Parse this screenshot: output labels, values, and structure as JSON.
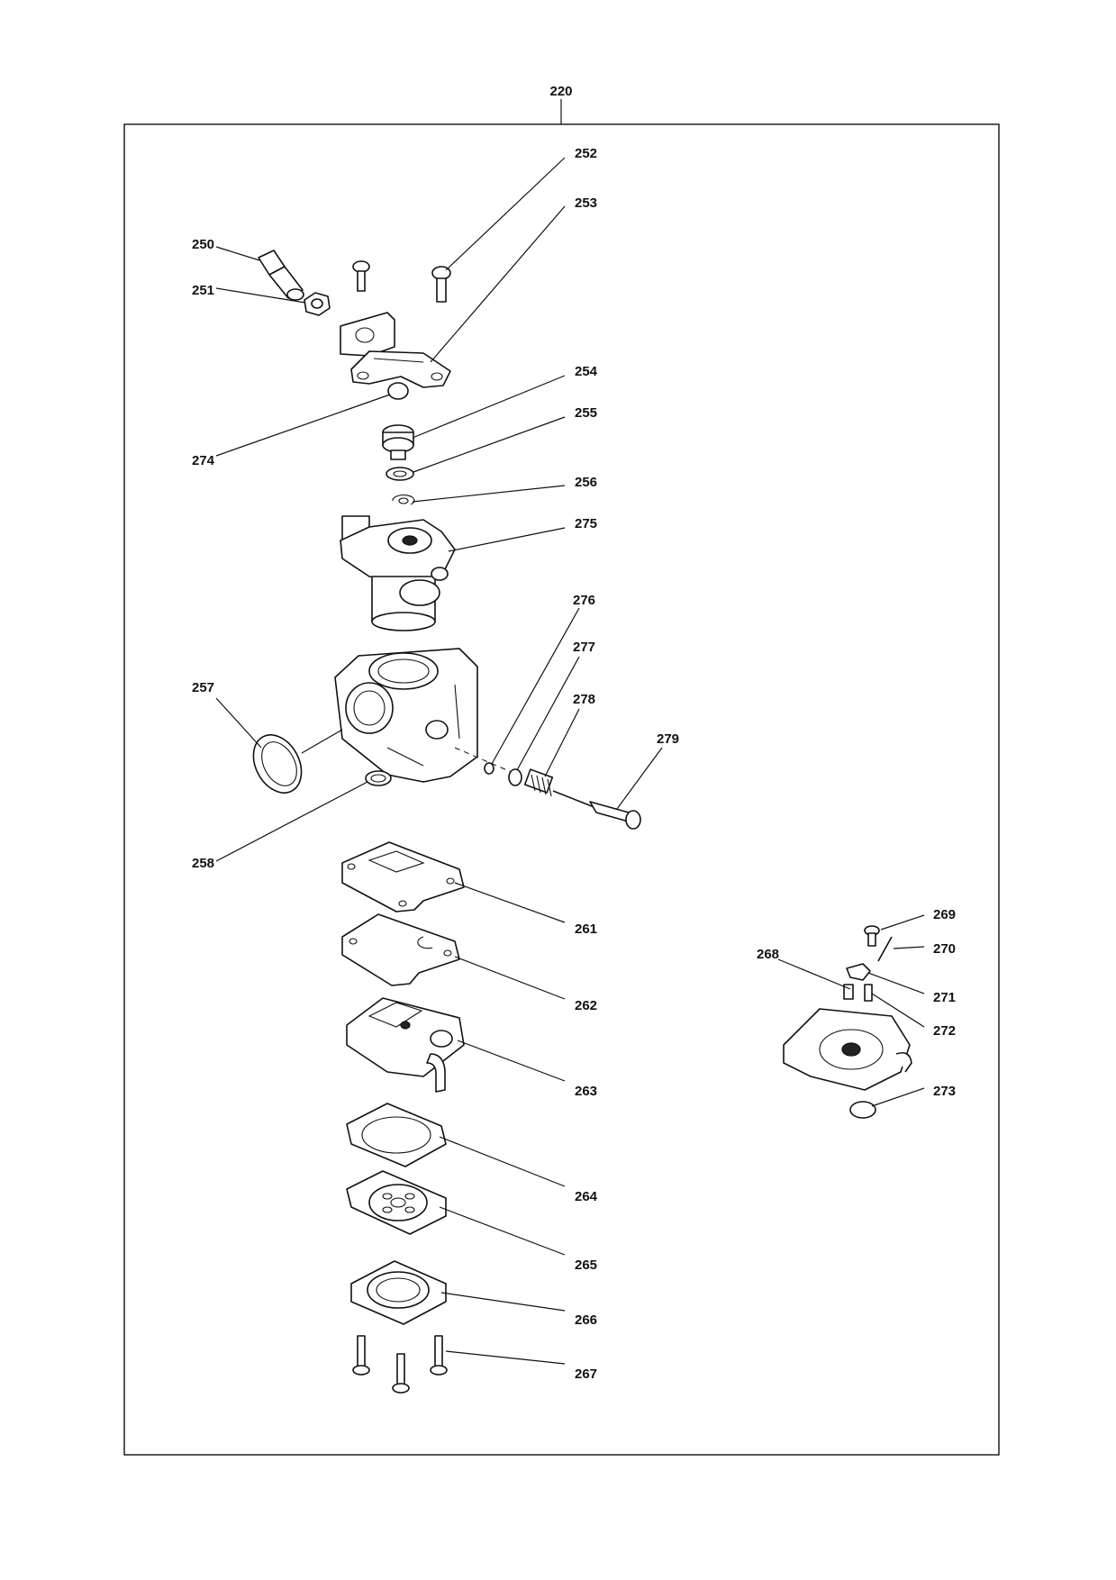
{
  "assembly_label": "220",
  "callouts": [
    {
      "id": "250"
    },
    {
      "id": "251"
    },
    {
      "id": "252"
    },
    {
      "id": "253"
    },
    {
      "id": "254"
    },
    {
      "id": "255"
    },
    {
      "id": "256"
    },
    {
      "id": "257"
    },
    {
      "id": "258"
    },
    {
      "id": "261"
    },
    {
      "id": "262"
    },
    {
      "id": "263"
    },
    {
      "id": "264"
    },
    {
      "id": "265"
    },
    {
      "id": "266"
    },
    {
      "id": "267"
    },
    {
      "id": "268"
    },
    {
      "id": "269"
    },
    {
      "id": "270"
    },
    {
      "id": "271"
    },
    {
      "id": "272"
    },
    {
      "id": "273"
    },
    {
      "id": "274"
    },
    {
      "id": "275"
    },
    {
      "id": "276"
    },
    {
      "id": "277"
    },
    {
      "id": "278"
    },
    {
      "id": "279"
    }
  ]
}
